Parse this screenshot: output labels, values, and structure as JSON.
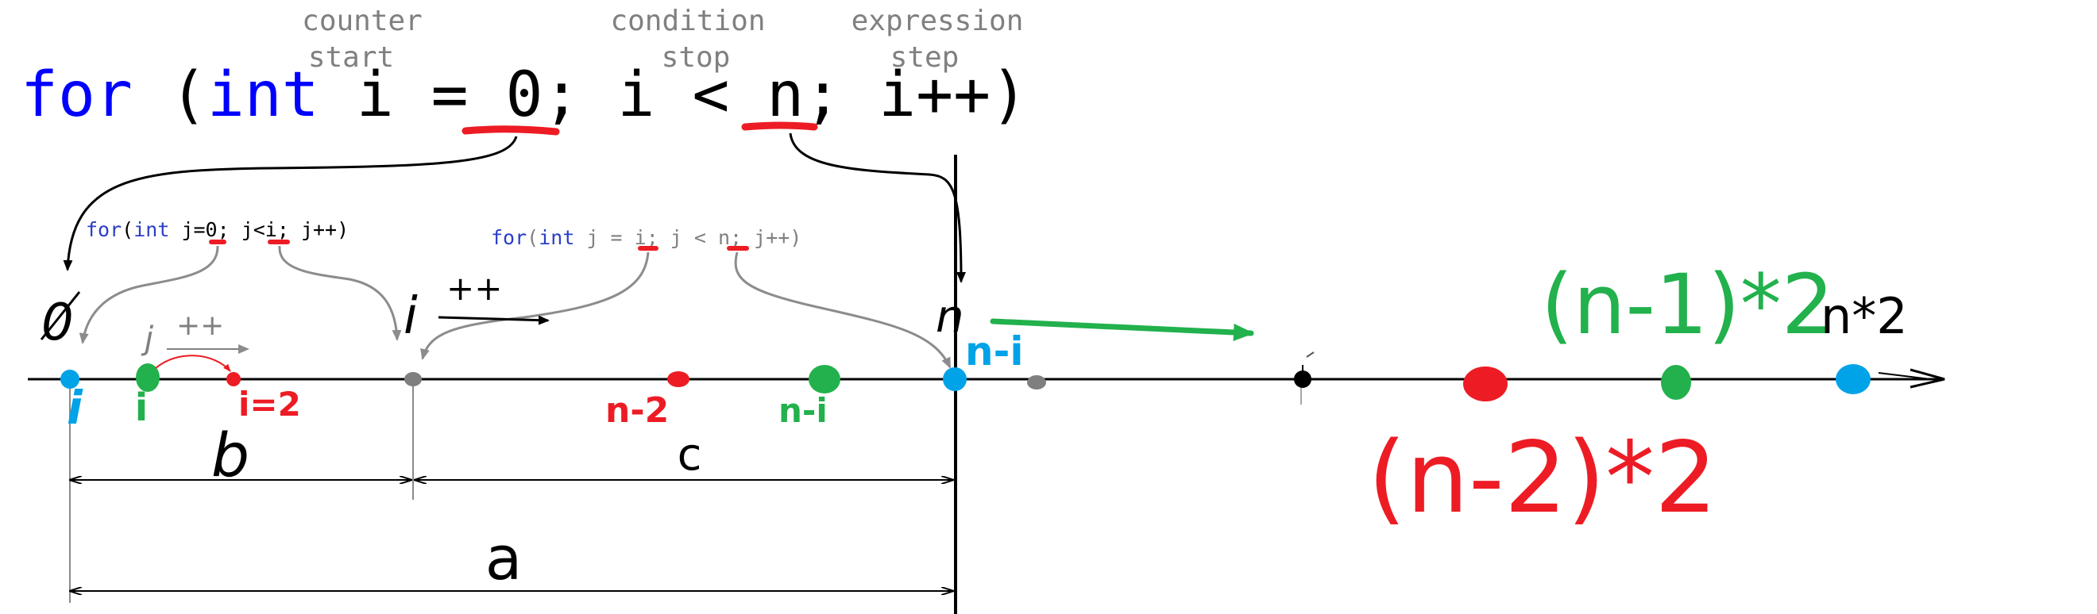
{
  "colors": {
    "keyword": "#0000ff",
    "code": "#000000",
    "label_gray": "#808080",
    "red": "#ed1c24",
    "green": "#22b14c",
    "blue": "#00a2e8",
    "gray_dot": "#7f7f7f",
    "axis": "#000000",
    "arrow_gray": "#8c8c8c"
  },
  "header_labels": [
    {
      "id": "counter",
      "top": "counter",
      "bottom": "start"
    },
    {
      "id": "condition",
      "top": "condition",
      "bottom": "stop"
    },
    {
      "id": "expression",
      "top": "expression",
      "bottom": "step"
    }
  ],
  "main_code": {
    "kw_for": "for",
    "open": "(",
    "kw_int": "int",
    "init": "i = 0;",
    "cond": "i < n;",
    "step": "i++)"
  },
  "inner_loop_1": {
    "kw_for": "for",
    "open": "(",
    "kw_int": "int",
    "rest": "j=0; j<i; j++)"
  },
  "inner_loop_2": {
    "kw_for": "for",
    "open": "(",
    "kw_int": "int",
    "rest": "j = i; j < n; j++)"
  },
  "axis_labels": {
    "zero": "0",
    "i_above": "i",
    "i_plus": "++",
    "j_above": "j",
    "j_plus": "++",
    "n_above": "n",
    "n_minus_i_blue": "n-i",
    "n_times_2": "n*2",
    "n_minus_1_times_2": "(n-1)*2",
    "n_minus_2_times_2": "(n-2)*2"
  },
  "below_labels": {
    "i_blue": "i",
    "i_green": "i",
    "i_2_red": "i=2",
    "n_minus_2_red": "n-2",
    "n_minus_i_green": "n-i"
  },
  "dimensions": {
    "b": "b",
    "c": "c",
    "a": "a"
  }
}
